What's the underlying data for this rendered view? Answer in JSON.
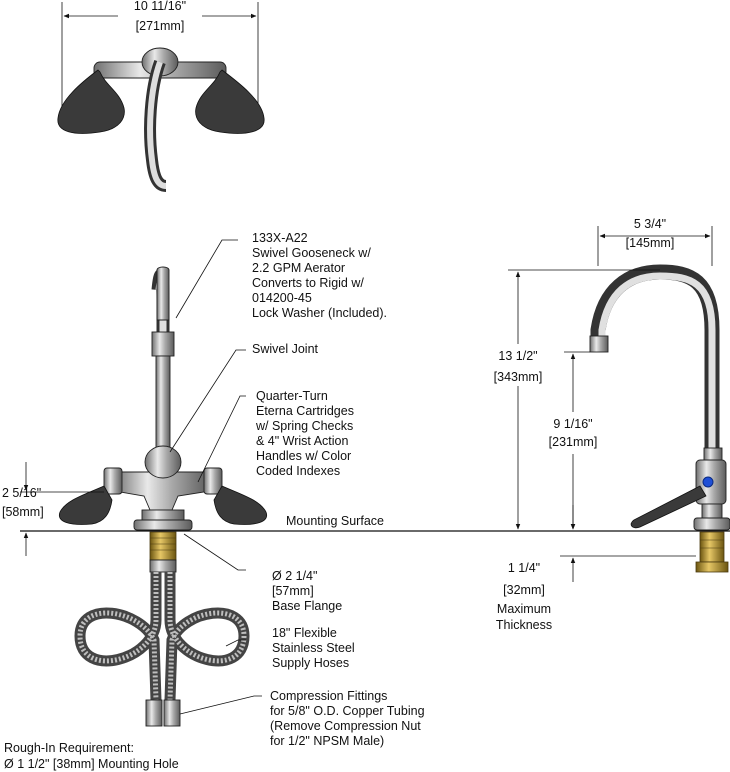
{
  "top_view": {
    "width_imperial": "10 11/16\"",
    "width_metric": "[271mm]"
  },
  "left_view": {
    "callouts": {
      "gooseneck": [
        "133X-A22",
        "Swivel Gooseneck w/",
        "2.2 GPM Aerator",
        "Converts to Rigid w/",
        "014200-45",
        "Lock Washer (Included)."
      ],
      "swivel_joint": [
        "Swivel Joint"
      ],
      "cartridges": [
        "Quarter-Turn",
        "Eterna Cartridges",
        "w/ Spring Checks",
        "& 4\" Wrist Action",
        "Handles w/ Color",
        "Coded Indexes"
      ],
      "base_flange": [
        "Ø 2 1/4\"",
        "[57mm]",
        "Base Flange"
      ],
      "hoses": [
        "18\" Flexible",
        "Stainless Steel",
        "Supply Hoses"
      ],
      "fittings": [
        "Compression Fittings",
        "for 5/8\" O.D. Copper Tubing",
        "(Remove Compression Nut",
        "for 1/2\" NPSM Male)"
      ]
    },
    "handle_height_imperial": "2 5/16\"",
    "handle_height_metric": "[58mm]",
    "mounting_surface": "Mounting Surface",
    "rough_in": [
      "Rough-In Requirement:",
      "Ø 1 1/2\" [38mm] Mounting Hole"
    ]
  },
  "side_view": {
    "reach_imperial": "5 3/4\"",
    "reach_metric": "[145mm]",
    "overall_height_imperial": "13 1/2\"",
    "overall_height_metric": "[343mm]",
    "spout_height_imperial": "9 1/16\"",
    "spout_height_metric": "[231mm]",
    "max_thickness_imperial": "1 1/4\"",
    "max_thickness_metric": "[32mm]",
    "max_thickness_label": [
      "Maximum",
      "Thickness"
    ]
  }
}
